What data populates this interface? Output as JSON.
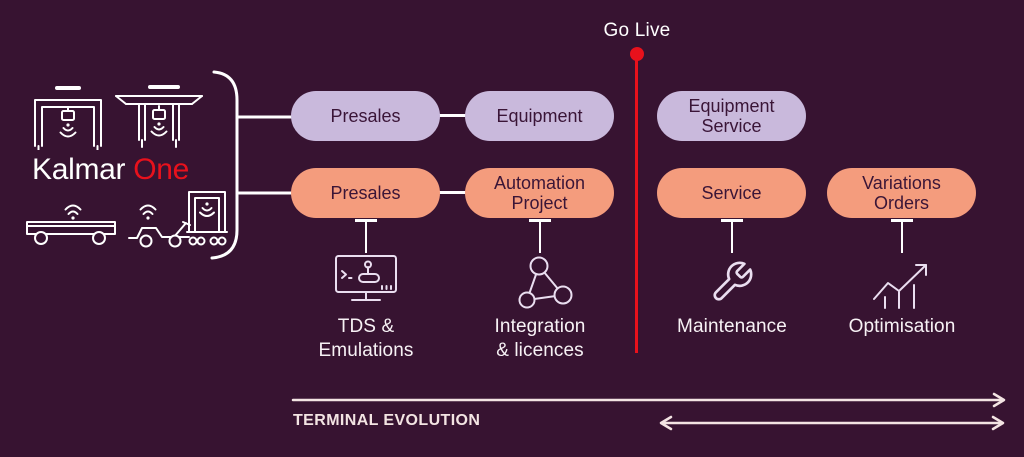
{
  "brand": {
    "kalmar": "Kalmar",
    "one": "One"
  },
  "go_live": {
    "label": "Go Live"
  },
  "pills": {
    "presales_top": "Presales",
    "equipment": "Equipment",
    "equipment_service": "Equipment Service",
    "presales_bottom": "Presales",
    "automation_project": "Automation Project",
    "service": "Service",
    "variations_orders": "Variations Orders"
  },
  "milestones": {
    "tds": "TDS &\nEmulations",
    "integration": "Integration\n& licences",
    "maintenance": "Maintenance",
    "optimisation": "Optimisation"
  },
  "footer": {
    "label": "TERMINAL EVOLUTION"
  },
  "icons": {
    "fleet": [
      "gantry-crane-icon",
      "rtg-crane-icon",
      "agv-trailer-icon",
      "terminal-tractor-icon",
      "shuttle-carrier-icon"
    ],
    "tds": "monitor-simulation-icon",
    "integration": "network-nodes-icon",
    "maintenance": "wrench-icon",
    "optimisation": "growth-chart-icon",
    "go_live_marker": "red-timeline-dot"
  },
  "colors": {
    "background": "#371331",
    "pill_lavender": "#c9b9dc",
    "pill_salmon": "#f49c7d",
    "pill_text": "#3a1537",
    "accent_red": "#e8111c",
    "line_white": "#ffffff",
    "arrow_cream": "#f3e4e3",
    "icon_light": "#eadef0"
  }
}
